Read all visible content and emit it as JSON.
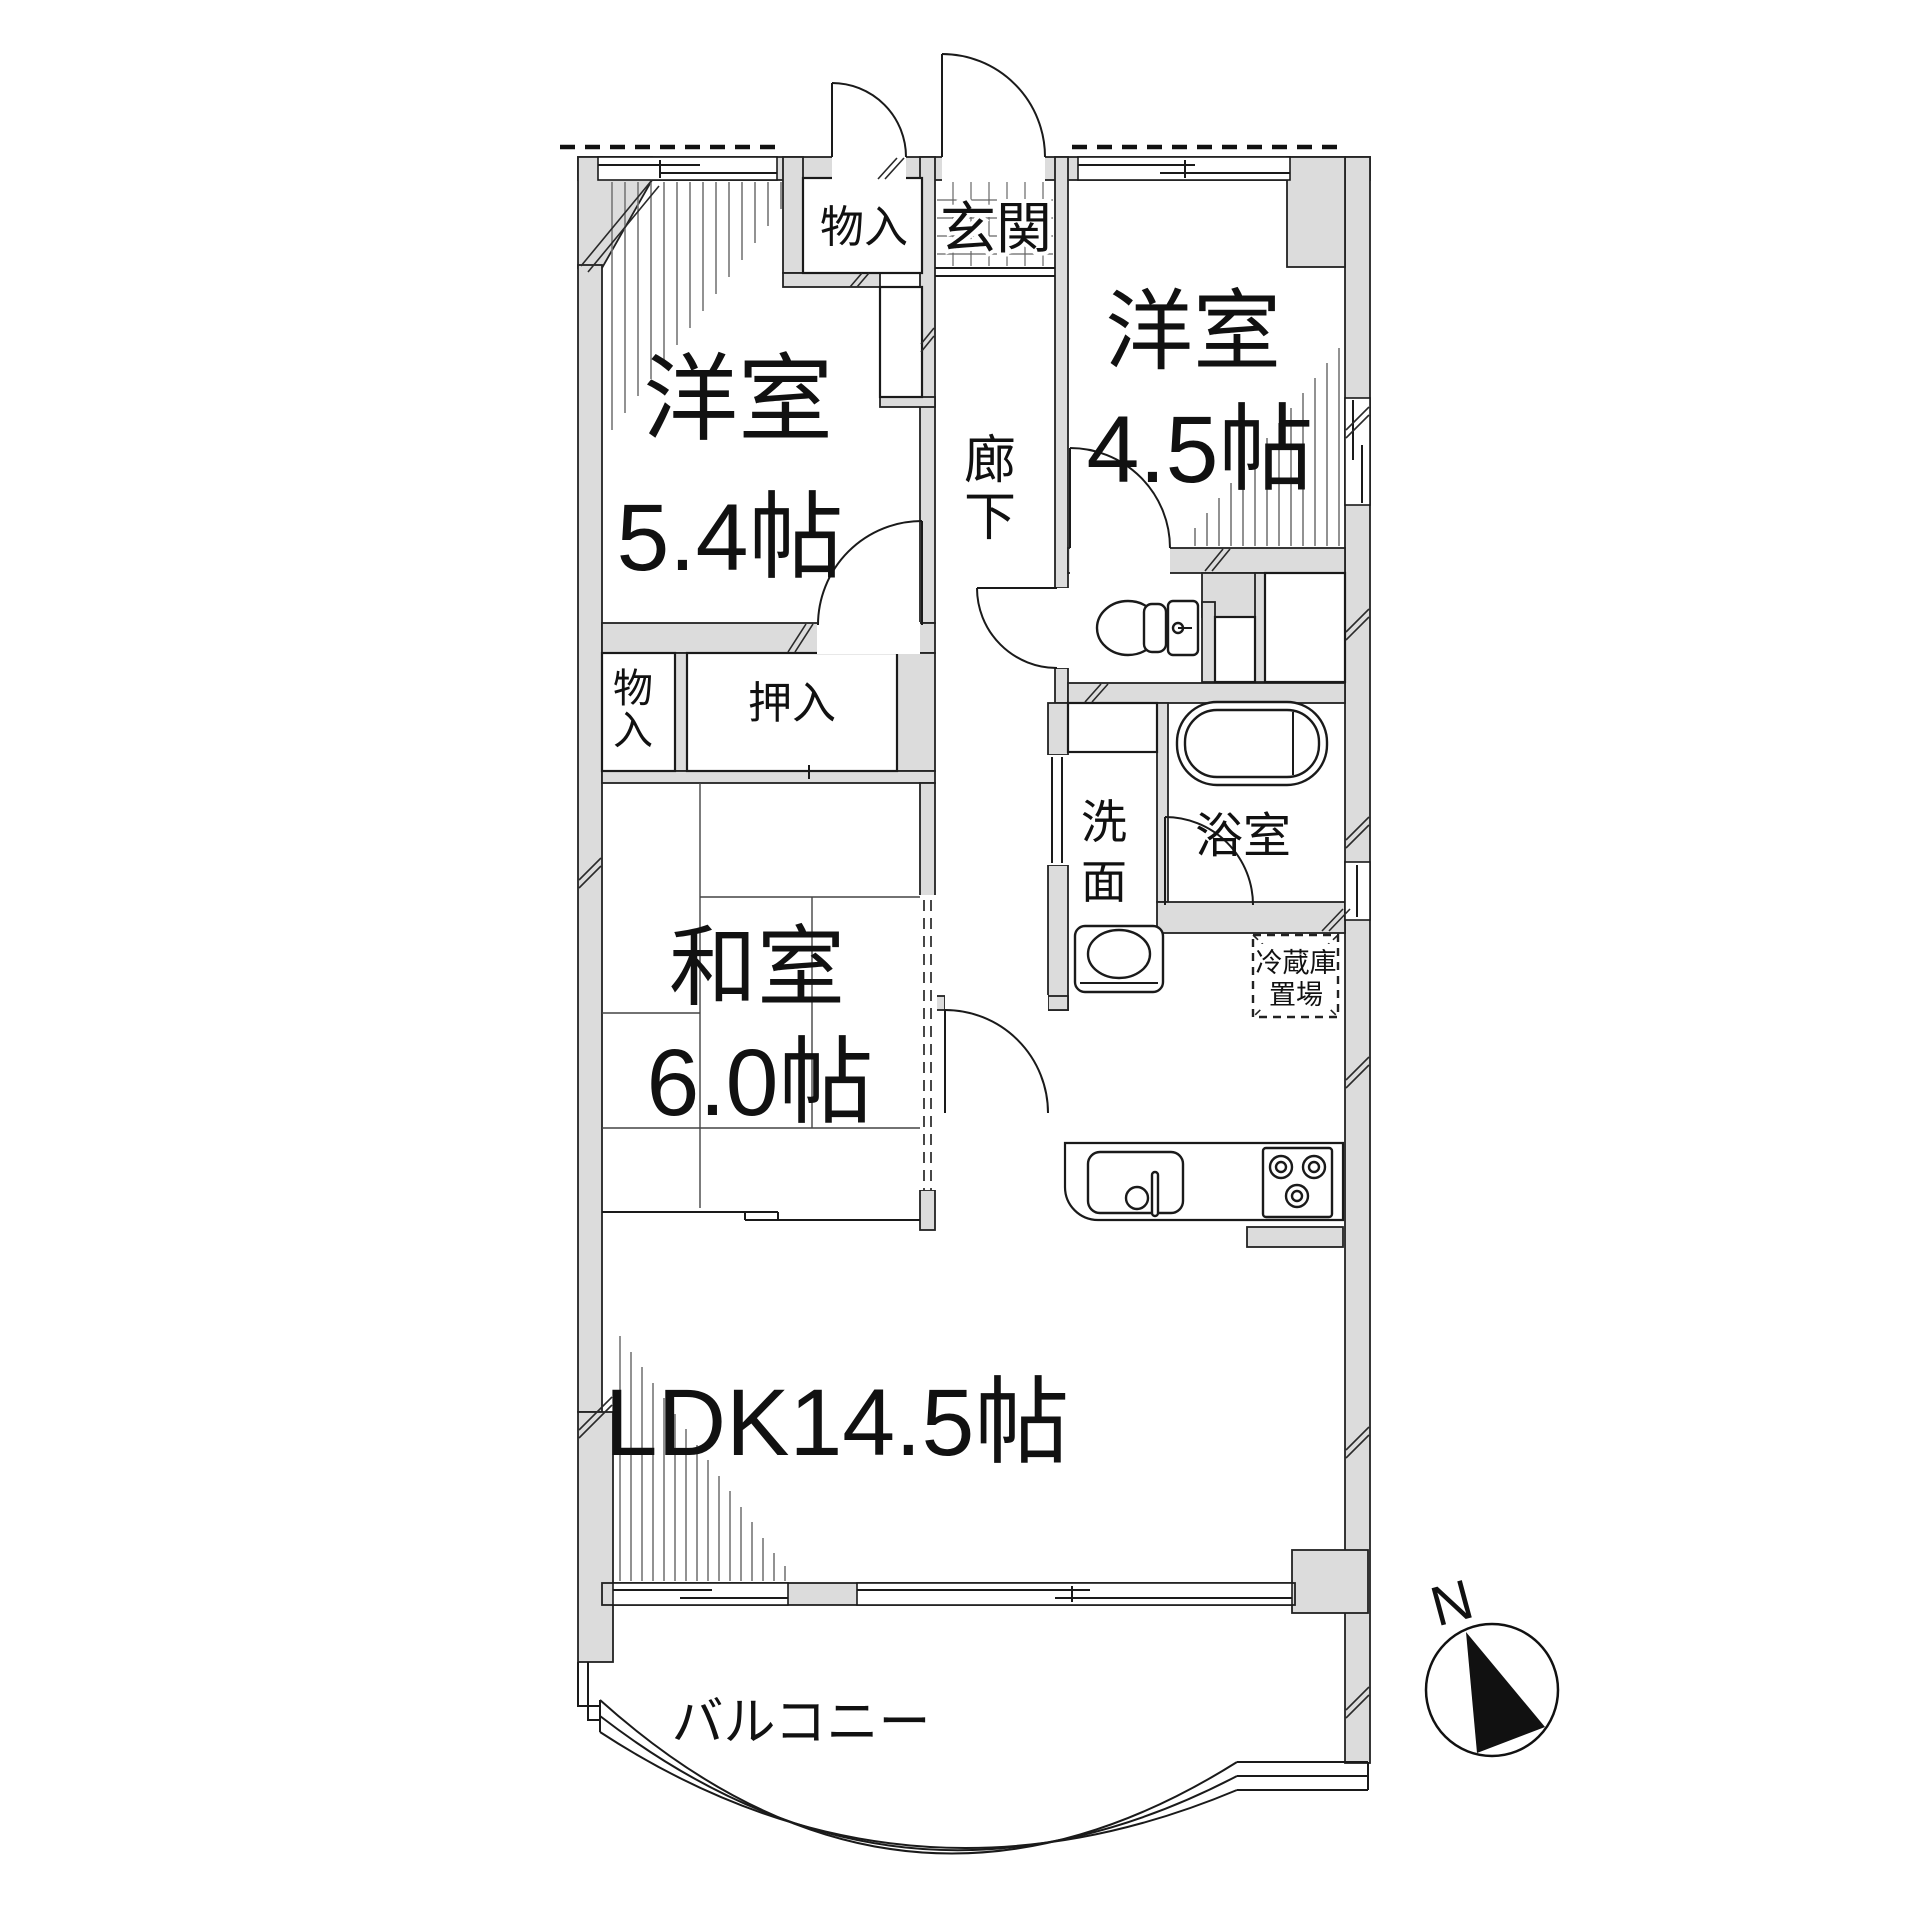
{
  "floorplan": {
    "labels": {
      "room1_name": "洋室",
      "room1_size": "5.4帖",
      "room2_name": "洋室",
      "room2_size": "4.5帖",
      "room3_name": "和室",
      "room3_size": "6.0帖",
      "ldk": "LDK14.5帖",
      "entrance": "玄関",
      "corridor_1": "廊",
      "corridor_2": "下",
      "storage_top": "物入",
      "storage_side_1": "物",
      "storage_side_2": "入",
      "oshiire": "押入",
      "wash_1": "洗",
      "wash_2": "面",
      "bath": "浴室",
      "fridge_1": "冷蔵庫",
      "fridge_2": "置場",
      "balcony": "バルコニー",
      "compass_n": "N"
    },
    "colors": {
      "wall_fill": "#dcdcdc",
      "line": "#1a1a1a",
      "background": "#ffffff"
    }
  }
}
